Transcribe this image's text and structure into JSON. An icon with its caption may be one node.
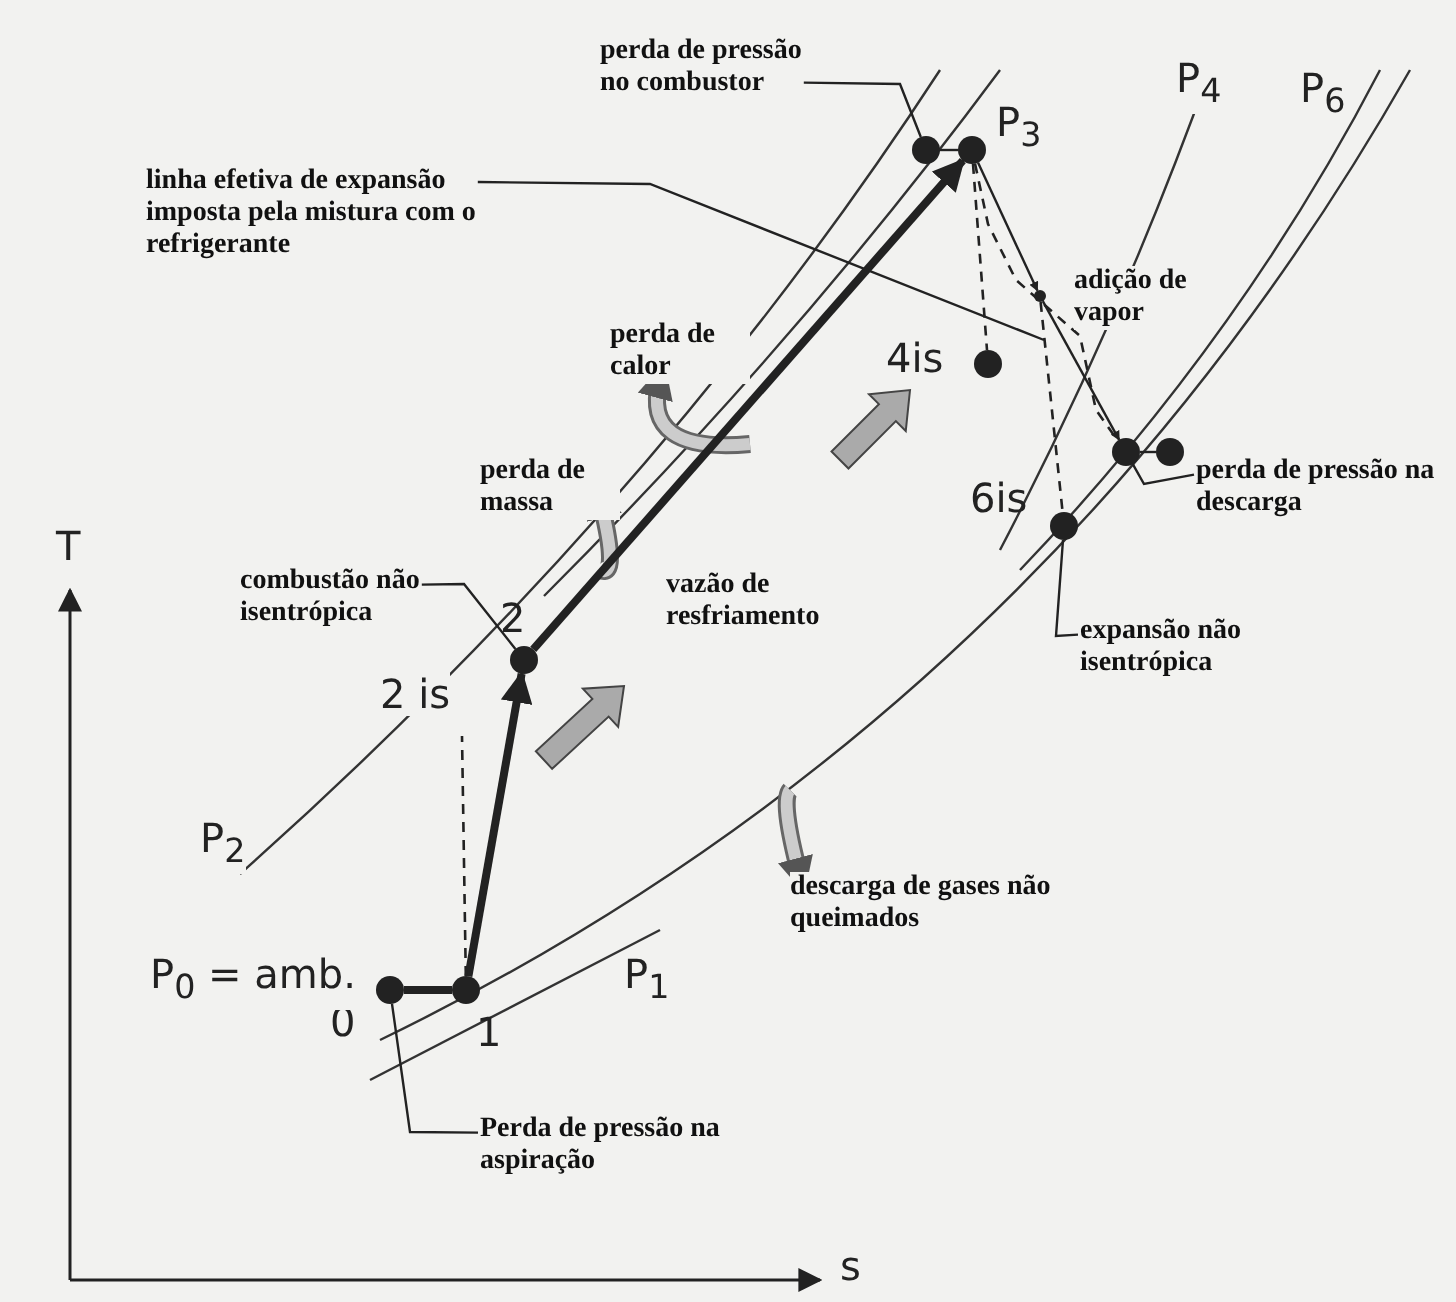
{
  "diagram": {
    "nodes": [
      {
        "text": [
          "perda de pressão no combustor"
        ]
      },
      {
        "text": [],
        "shape": "circle"
      },
      {
        "text": [],
        "shape": "circle"
      },
      {
        "text": [
          "linha efetiva de expansão imposta pela mistura com o refrigerante"
        ]
      },
      {
        "text": [],
        "shape": "circle",
        "beside": [
          "adição de vapor"
        ]
      },
      {
        "text": [],
        "shape": "circle",
        "beside": [
          "4is"
        ]
      },
      {
        "text": [],
        "shape": "circle"
      },
      {
        "text": [],
        "shape": "circle"
      },
      {
        "text": [
          "perda de pressão na descarga"
        ]
      },
      {
        "text": [],
        "shape": "circle",
        "beside": [
          "6is"
        ]
      },
      {
        "text": [
          "combustão não isentrópica"
        ]
      },
      {
        "text": [],
        "shape": "circle",
        "beside": [
          "2"
        ]
      },
      {
        "text": [
          "expansão não isentrópica"
        ]
      },
      {
        "text": [],
        "shape": "circle",
        "beside": [
          "0"
        ]
      },
      {
        "text": [],
        "shape": "circle",
        "beside": [
          "1"
        ]
      },
      {
        "text": [
          "Perda de pressão na aspiração"
        ]
      }
    ],
    "edges": [
      {
        "from": 13,
        "to": 14,
        "arrow": "none",
        "style": "thick"
      },
      {
        "from": 14,
        "to": 11,
        "arrow": "to",
        "style": "thick"
      },
      {
        "from": 11,
        "to": 2,
        "arrow": "to",
        "style": "thick"
      },
      {
        "from": 1,
        "to": 2,
        "arrow": "none"
      },
      {
        "from": 2,
        "to": 4,
        "arrow": "to"
      },
      {
        "from": 4,
        "to": 6,
        "arrow": "to"
      },
      {
        "from": 6,
        "to": 7,
        "arrow": "none"
      },
      {
        "from": 2,
        "to": 5,
        "arrow": "none",
        "style": "dashed"
      },
      {
        "from": 4,
        "to": 9,
        "arrow": "none",
        "style": "dashed"
      },
      {
        "from": 2,
        "to": 6,
        "arrow": "none",
        "style": "dashed"
      },
      {
        "from": 0,
        "to": 1,
        "arrow": "none"
      },
      {
        "from": 3,
        "to": null,
        "arrow": "none"
      },
      {
        "from": 8,
        "to": 6,
        "arrow": "none"
      },
      {
        "from": 12,
        "to": 9,
        "arrow": "none"
      },
      {
        "from": 10,
        "to": 11,
        "arrow": "none"
      },
      {
        "from": 15,
        "to": 13,
        "arrow": "none"
      },
      {
        "from": 14,
        "to": null,
        "arrow": "none",
        "style": "dashed"
      }
    ],
    "labels": [
      "P$_{3}$",
      "P$_{4}$",
      "P$_{6}$",
      "perda de calor",
      "perda de massa",
      "T",
      "vazão de resfriamento",
      "2 is",
      "P$_{2}$",
      "descarga de gases não queimados",
      "P$_{0}$ = amb.",
      "P$_{1}$",
      "s"
    ]
  }
}
